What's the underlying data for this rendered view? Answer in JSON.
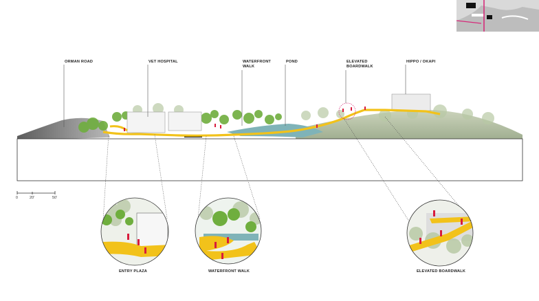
{
  "labels": {
    "orman_road": "ORMAN ROAD",
    "vet_hospital": "VET HOSPITAL",
    "waterfront_walk_1": "WATERFRONT",
    "waterfront_walk_2": "WALK",
    "pond": "POND",
    "elevated_boardwalk_1": "ELEVATED",
    "elevated_boardwalk_2": "BOARDWALK",
    "hippo_okapi": "HIPPO / OKAPI"
  },
  "scale_bar": {
    "ticks": [
      "0",
      "20'",
      "50'"
    ]
  },
  "callouts": {
    "entry_plaza": "ENTRY PLAZA",
    "waterfront_walk": "WATERFRONT WALK",
    "elevated_boardwalk": "ELEVATED BOARDWALK"
  },
  "colors": {
    "path_yellow": "#f2c21a",
    "foliage_green": "#6fae3e",
    "water_blue": "#7fb3b8",
    "marker_magenta": "#d62a7a",
    "person_red": "#d81b3c"
  }
}
